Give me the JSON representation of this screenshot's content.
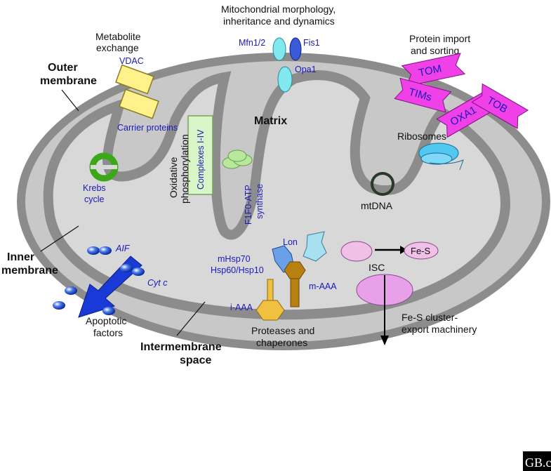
{
  "labels": {
    "top": [
      "Mitochondrial morphology,",
      "inheritance and dynamics"
    ],
    "metabolite": [
      "Metabolite",
      "exchange"
    ],
    "protein_import": [
      "Protein import",
      "and sorting"
    ],
    "outer_membrane": [
      "Outer",
      "membrane"
    ],
    "inner_membrane": [
      "Inner",
      "membrane"
    ],
    "intermembrane": [
      "Intermembrane",
      "space"
    ],
    "matrix": "Matrix",
    "ribosomes": "Ribosomes",
    "mtdna": "mtDNA",
    "oxphos": [
      "Oxidative",
      "phosphorylation"
    ],
    "complexes": "Complexes I-IV",
    "atp_synthase": [
      "F1F0-ATP",
      "synthase"
    ],
    "krebs": [
      "Krebs",
      "cycle"
    ],
    "vdac": "VDAC",
    "carrier": "Carrier proteins",
    "mfn": "Mfn1/2",
    "fis": "Fis1",
    "opa": "Opa1",
    "tom": "TOM",
    "tims": "TIMs",
    "tob": "TOB",
    "oxa1": "OXA1",
    "lon": "Lon",
    "mhsp": [
      "mHsp70",
      "Hsp60/Hsp10"
    ],
    "maaa": "m-AAA",
    "iaaa": "i-AAA",
    "proteases": [
      "Proteases and",
      "chaperones"
    ],
    "fes": "Fe-S",
    "isc": "ISC",
    "fes_export": [
      "Fe-S cluster-",
      "export machinery"
    ],
    "aif": "AIF",
    "cytc": "Cyt c",
    "apoptotic": [
      "Apoptotic",
      "factors"
    ],
    "logo": "GB.c"
  },
  "colors": {
    "outer_membrane": "#8c8c8c",
    "intermembrane": "#c8c8c8",
    "matrix": "#d8d8d8",
    "label_blue": "#1a1ab8",
    "vdac": "#fff28a",
    "complexes": "#d8f5c8",
    "atp_synthase": "#b8e89a",
    "krebs": "#3aa818",
    "mfn": "#80e8ee",
    "fis": "#3a5ad8",
    "tom": "#f040e8",
    "ribosome": "#50c8f0",
    "lon": "#a8e0f0",
    "mhsp": "#6aa0e8",
    "protease": "#b88010",
    "iaaa": "#f0c040",
    "isc": "#f0c0e8",
    "export": "#e8a0e8",
    "aif_arrow": "#1a3ad8",
    "apoptotic": "#2050d0"
  }
}
